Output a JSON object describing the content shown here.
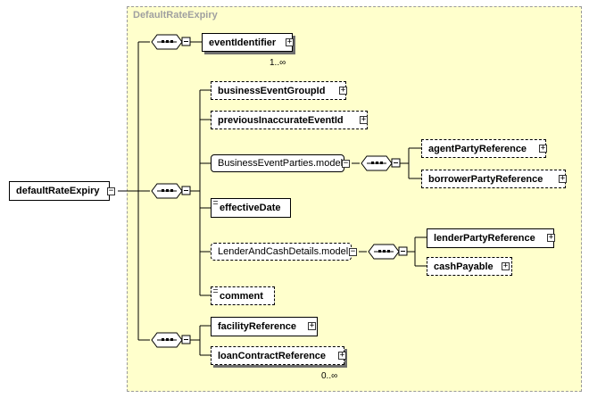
{
  "diagram": {
    "group_title": "DefaultRateExpiry",
    "root": "defaultRateExpiry",
    "nodes": {
      "eventIdentifier": "eventIdentifier",
      "businessEventGroupId": "businessEventGroupId",
      "previousInaccurateEventId": "previousInaccurateEventId",
      "businessEventPartiesModel": "BusinessEventParties.model",
      "agentPartyReference": "agentPartyReference",
      "borrowerPartyReference": "borrowerPartyReference",
      "effectiveDate": "effectiveDate",
      "lenderAndCashDetailsModel": "LenderAndCashDetails.model",
      "lenderPartyReference": "lenderPartyReference",
      "cashPayable": "cashPayable",
      "comment": "comment",
      "facilityReference": "facilityReference",
      "loanContractReference": "loanContractReference"
    },
    "cardinality": {
      "eventIdentifier": "1..∞",
      "loanContractReference": "0..∞"
    },
    "colors": {
      "group_fill": "#ffffcc",
      "group_border": "#9a9a9a",
      "title": "#a0a0a0"
    }
  }
}
